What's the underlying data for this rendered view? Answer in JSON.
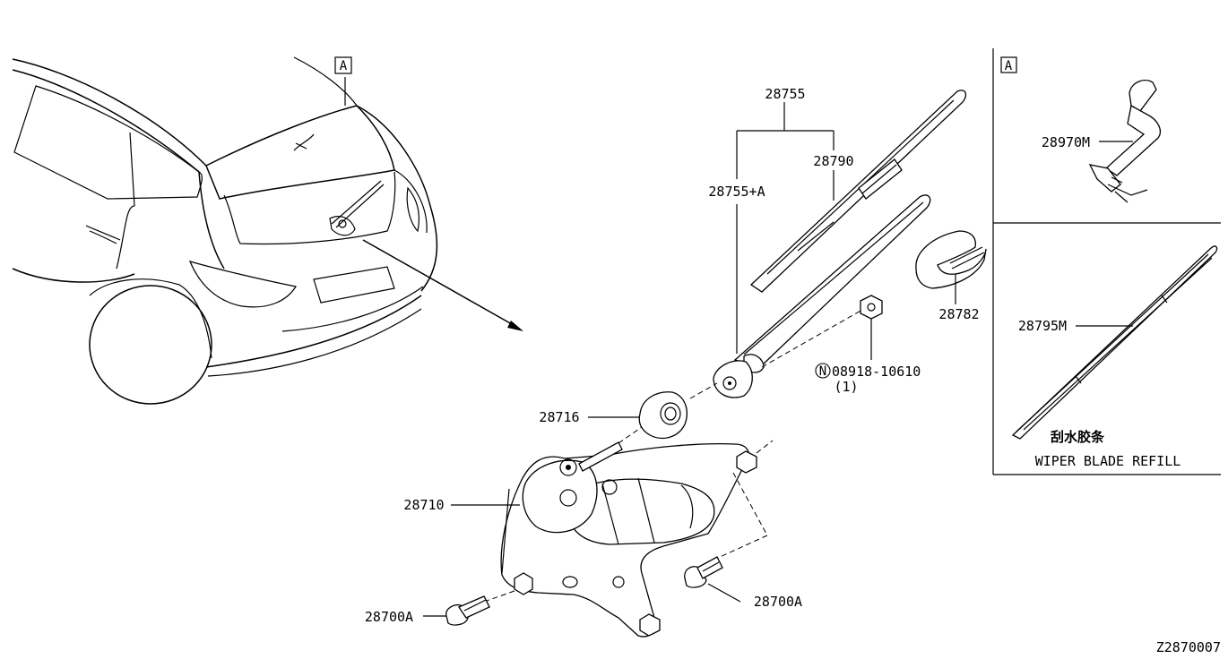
{
  "callout_letter": "A",
  "detail_box_letter": "A",
  "diagram_code": "Z2870007",
  "parts": {
    "arm_assembly": "28755",
    "arm_assembly_alt": "28755+A",
    "blade": "28790",
    "cap": "28782",
    "nut": "08918-10610",
    "nut_prefix": "N",
    "nut_qty": "(1)",
    "seal": "28716",
    "motor": "28710",
    "bolt_left": "28700A",
    "bolt_right": "28700A",
    "hose": "28970M",
    "refill": "28795M"
  },
  "refill_caption_cn": "刮水胶条",
  "refill_caption_en": "WIPER BLADE REFILL"
}
